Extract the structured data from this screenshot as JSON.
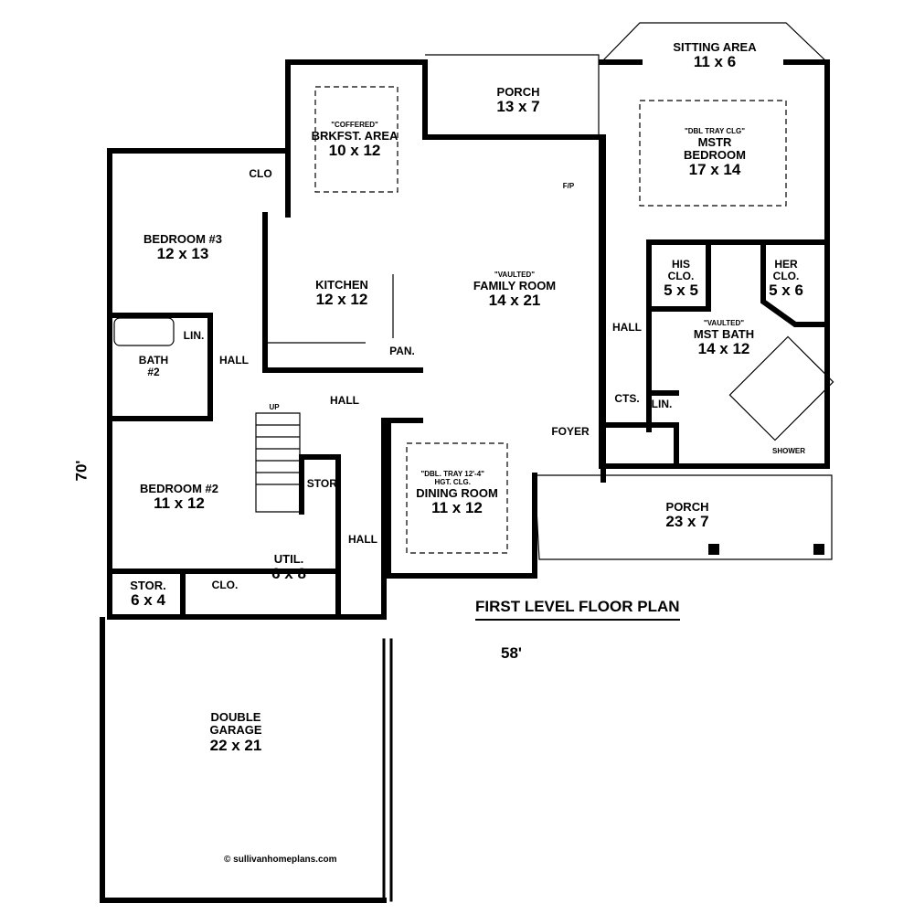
{
  "title": "FIRST LEVEL FLOOR PLAN",
  "dimensions": {
    "width": "58'",
    "depth": "70'"
  },
  "copyright": "© sullivanhomeplans.com",
  "rooms": [
    {
      "id": "sitting",
      "name": "SITTING AREA",
      "size": "11 x 6"
    },
    {
      "id": "porch-rear",
      "name": "PORCH",
      "size": "13 x 7"
    },
    {
      "id": "breakfast",
      "note": "\"COFFERED\"",
      "name": "BRKFST. AREA",
      "size": "10 x 12"
    },
    {
      "id": "master",
      "note": "\"DBL TRAY CLG\"",
      "name": "MSTR BEDROOM",
      "size": "17 x 14"
    },
    {
      "id": "bed3",
      "name": "BEDROOM #3",
      "size": "12 x 13"
    },
    {
      "id": "kitchen",
      "name": "KITCHEN",
      "size": "12 x 12"
    },
    {
      "id": "family",
      "note": "\"VAULTED\"",
      "name": "FAMILY ROOM",
      "size": "14 x 21"
    },
    {
      "id": "his-clo",
      "name": "HIS CLO.",
      "size": "5 x 5"
    },
    {
      "id": "her-clo",
      "name": "HER CLO.",
      "size": "5 x 6"
    },
    {
      "id": "mst-bath",
      "note": "\"VAULTED\"",
      "name": "MST BATH",
      "size": "14 x 12"
    },
    {
      "id": "dining",
      "note": "\"DBL. TRAY 12'-4\" HGT. CLG.",
      "name": "DINING ROOM",
      "size": "11 x 12"
    },
    {
      "id": "bed2",
      "name": "BEDROOM #2",
      "size": "11 x 12"
    },
    {
      "id": "porch-front",
      "name": "PORCH",
      "size": "23 x 7"
    },
    {
      "id": "util",
      "name": "UTIL.",
      "size": "6 x 8"
    },
    {
      "id": "stor-garage",
      "name": "STOR.",
      "size": "6 x 4"
    },
    {
      "id": "garage",
      "name": "DOUBLE GARAGE",
      "size": "22 x 21"
    }
  ],
  "labels": {
    "clo_bed3": "CLO",
    "lin_bath": "LIN.",
    "bath2": "BATH #2",
    "hall_left": "HALL",
    "hall_center": "HALL",
    "pan": "PAN.",
    "up": "UP",
    "stor": "STOR.",
    "hall_util": "HALL",
    "clo_lower": "CLO.",
    "hall_right": "HALL",
    "cts": "CTS.",
    "lin_master": "LIN.",
    "foyer": "FOYER",
    "fp": "F/P",
    "shower": "SHOWER"
  }
}
